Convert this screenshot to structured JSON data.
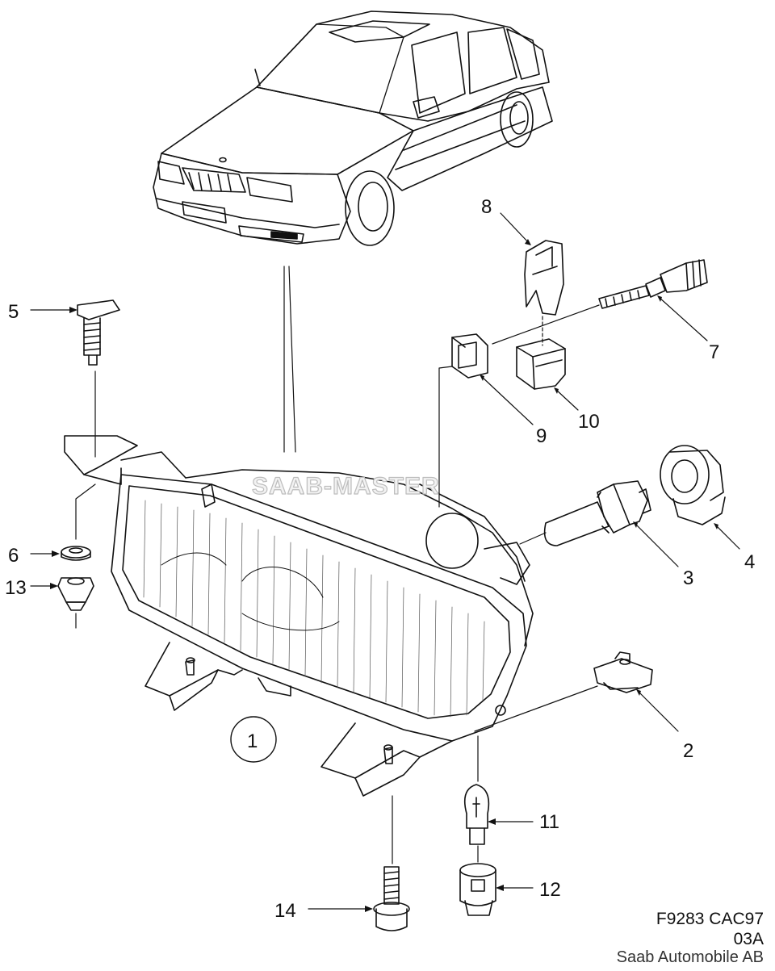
{
  "diagram": {
    "watermark": "SAAB-MASTER",
    "callouts": [
      {
        "id": "c1",
        "text": "1"
      },
      {
        "id": "c2",
        "text": "2"
      },
      {
        "id": "c3",
        "text": "3"
      },
      {
        "id": "c4",
        "text": "4"
      },
      {
        "id": "c5",
        "text": "5"
      },
      {
        "id": "c6",
        "text": "6"
      },
      {
        "id": "c7",
        "text": "7"
      },
      {
        "id": "c8",
        "text": "8"
      },
      {
        "id": "c9",
        "text": "9"
      },
      {
        "id": "c10",
        "text": "10"
      },
      {
        "id": "c11",
        "text": "11"
      },
      {
        "id": "c12",
        "text": "12"
      },
      {
        "id": "c13",
        "text": "13"
      },
      {
        "id": "c14",
        "text": "14"
      }
    ]
  },
  "footer": {
    "code": "F9283 CAC97",
    "revision": "03A",
    "company": "Saab Automobile AB"
  }
}
